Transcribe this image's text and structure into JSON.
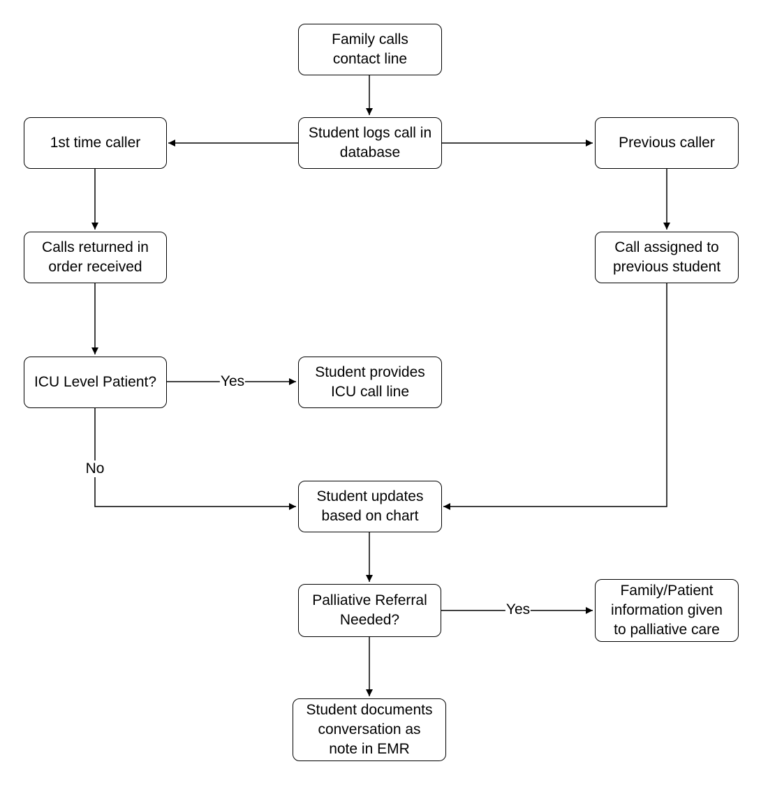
{
  "nodes": {
    "family_calls": "Family calls\ncontact line",
    "student_logs": "Student logs call in\ndatabase",
    "first_time": "1st time caller",
    "previous": "Previous caller",
    "calls_returned": "Calls returned in\norder received",
    "call_assigned": "Call assigned to\nprevious student",
    "icu_level": "ICU Level Patient?",
    "icu_call_line": "Student provides\nICU call line",
    "student_updates": "Student updates\nbased on chart",
    "palliative_needed": "Palliative Referral\nNeeded?",
    "family_info": "Family/Patient\ninformation given\nto palliative care",
    "student_documents": "Student documents\nconversation as\nnote in EMR"
  },
  "edge_labels": {
    "icu_yes": "Yes",
    "icu_no": "No",
    "palliative_yes": "Yes"
  },
  "colors": {
    "stroke": "#000000",
    "fill": "#ffffff",
    "text": "#000000"
  }
}
